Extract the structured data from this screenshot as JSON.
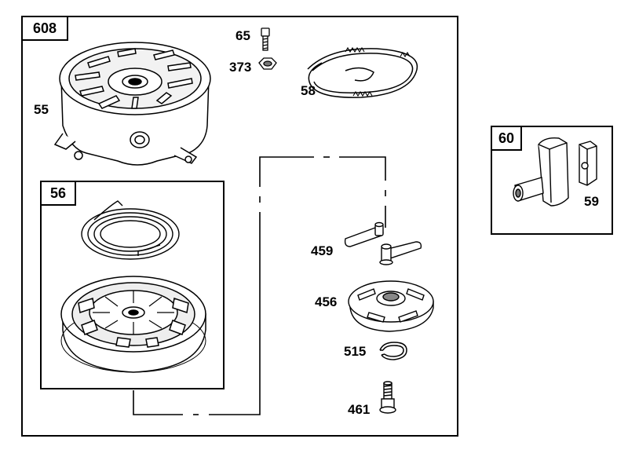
{
  "assembly_main": {
    "number": "608"
  },
  "assembly_pulley": {
    "number": "56"
  },
  "assembly_kit": {
    "number": "60"
  },
  "callouts": {
    "housing": "55",
    "screw": "65",
    "nut": "373",
    "rope": "58",
    "dog": "459",
    "retainer": "456",
    "ring": "515",
    "pin": "461",
    "handle": "59"
  }
}
